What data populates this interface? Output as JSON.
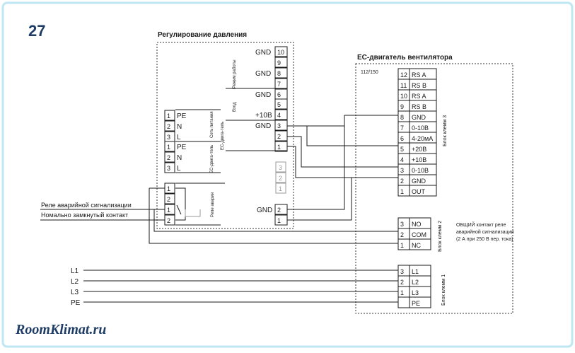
{
  "figure_number": "27",
  "brand": "RoomKlimat.ru",
  "colors": {
    "frame": "#bfe6f3",
    "number": "#1f3d66",
    "wire": "#1a1a1a",
    "ghost": "#9a9a9a"
  },
  "pressure_block": {
    "title": "Регулирование давления",
    "groups": {
      "mode": "Режим работы",
      "input": "Вход",
      "mains": "Сеть питания",
      "ec_motor": "EC-двига-тель",
      "ec_motor2": "EC-двига-тель",
      "alarm": "Реле аварии"
    },
    "right_terminals": [
      {
        "num": "10",
        "label": "GND"
      },
      {
        "num": "9",
        "label": ""
      },
      {
        "num": "8",
        "label": "GND"
      },
      {
        "num": "7",
        "label": ""
      },
      {
        "num": "6",
        "label": "GND"
      },
      {
        "num": "5",
        "label": ""
      },
      {
        "num": "4",
        "label": "+10В"
      },
      {
        "num": "3",
        "label": "GND"
      },
      {
        "num": "2",
        "label": ""
      },
      {
        "num": "1",
        "label": ""
      }
    ],
    "ghost_terminals": [
      "3",
      "2",
      "1"
    ],
    "left_terminals": [
      {
        "num": "1",
        "label": "PE"
      },
      {
        "num": "2",
        "label": "N"
      },
      {
        "num": "3",
        "label": "L"
      },
      {
        "num": "1",
        "label": "PE"
      },
      {
        "num": "2",
        "label": "N"
      },
      {
        "num": "3",
        "label": "L"
      }
    ],
    "relay_terminals": [
      "1",
      "2",
      "1",
      "2"
    ],
    "alarm_out": [
      {
        "num": "2",
        "label": "GND"
      },
      {
        "num": "1",
        "label": ""
      }
    ]
  },
  "motor_block": {
    "title": "EC-двигатель вентилятора",
    "model": "112/150",
    "block3_label": "Блок клемм 3",
    "block3": [
      {
        "num": "12",
        "label": "RS A"
      },
      {
        "num": "11",
        "label": "RS B"
      },
      {
        "num": "10",
        "label": "RS A"
      },
      {
        "num": "9",
        "label": "RS B"
      },
      {
        "num": "8",
        "label": "GND"
      },
      {
        "num": "7",
        "label": "0-10В"
      },
      {
        "num": "6",
        "label": "4-20мА"
      },
      {
        "num": "5",
        "label": "+20В"
      },
      {
        "num": "4",
        "label": "+10В"
      },
      {
        "num": "3",
        "label": "0-10В"
      },
      {
        "num": "2",
        "label": "GND"
      },
      {
        "num": "1",
        "label": "OUT"
      }
    ],
    "block2_label": "Блок клемм 2",
    "block2": [
      {
        "num": "3",
        "label": "NO"
      },
      {
        "num": "2",
        "label": "COM"
      },
      {
        "num": "1",
        "label": "NC"
      }
    ],
    "block2_note": [
      "ОБЩИЙ контакт реле",
      "аварийной сигнализации",
      "(2 А при 250 В пер. тока)"
    ],
    "block1_label": "Блок клемм 1",
    "block1": [
      {
        "num": "3",
        "label": "L1"
      },
      {
        "num": "2",
        "label": "L2"
      },
      {
        "num": "1",
        "label": "L3"
      },
      {
        "num": "",
        "label": "PE"
      }
    ]
  },
  "left_labels": [
    "Реле аварийной сигнализации",
    "Номально замкнутый контакт"
  ],
  "supply_lines": [
    "L1",
    "L2",
    "L3",
    "PE"
  ]
}
